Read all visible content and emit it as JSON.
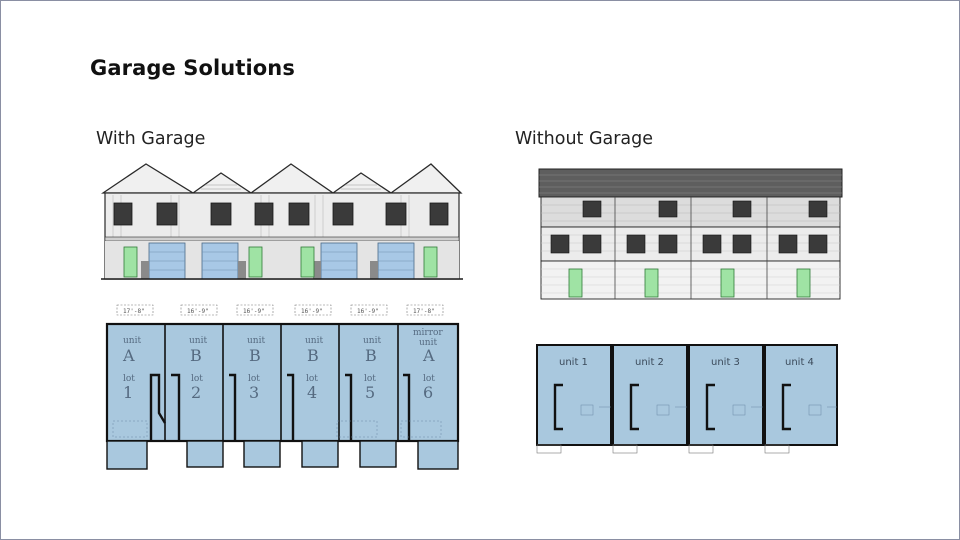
{
  "slide": {
    "title": "Garage Solutions",
    "left_caption": "With Garage",
    "right_caption": "Without Garage"
  },
  "with_garage_plan": {
    "dimensions": [
      "17'-8\"",
      "16'-9\"",
      "16'-9\"",
      "16'-9\"",
      "16'-9\"",
      "17'-8\""
    ],
    "units": [
      {
        "unit_word": "unit",
        "type": "A",
        "lot_word": "lot",
        "lot": "1"
      },
      {
        "unit_word": "unit",
        "type": "B",
        "lot_word": "lot",
        "lot": "2"
      },
      {
        "unit_word": "unit",
        "type": "B",
        "lot_word": "lot",
        "lot": "3"
      },
      {
        "unit_word": "unit",
        "type": "B",
        "lot_word": "lot",
        "lot": "4"
      },
      {
        "unit_word": "unit",
        "type": "B",
        "lot_word": "lot",
        "lot": "5"
      },
      {
        "unit_word": "mirror",
        "unit_word2": "unit",
        "type": "A",
        "lot_word": "lot",
        "lot": "6"
      }
    ]
  },
  "without_garage_plan": {
    "units": [
      "unit 1",
      "unit 2",
      "unit 3",
      "unit 4"
    ]
  },
  "colors": {
    "plan_fill": "#a9c8de",
    "garage_door": "#a8c8e6",
    "entry_door": "#9fe3a4",
    "siding": "#eaeaea",
    "roof": "#5e5e5e"
  }
}
